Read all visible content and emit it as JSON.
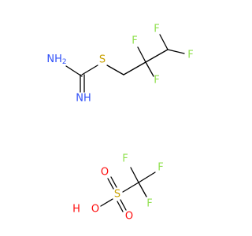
{
  "colors": {
    "background": "#ffffff",
    "bond": "#000000",
    "nitrogen": "#3050F8",
    "sulfur": "#C8A000",
    "fluorine": "#90E050",
    "oxygen": "#FF0D0D"
  },
  "molecule_1": {
    "nh2_label": "NH",
    "nh2_subscript": "2",
    "nh_label": "NH",
    "s_label": "S",
    "f_labels": [
      "F",
      "F",
      "F",
      "F"
    ]
  },
  "molecule_2": {
    "f_labels": [
      "F",
      "F",
      "F"
    ],
    "s_label": "S",
    "o_labels": [
      "O",
      "O"
    ],
    "oh_o_label": "O",
    "oh_h_label": "H"
  }
}
